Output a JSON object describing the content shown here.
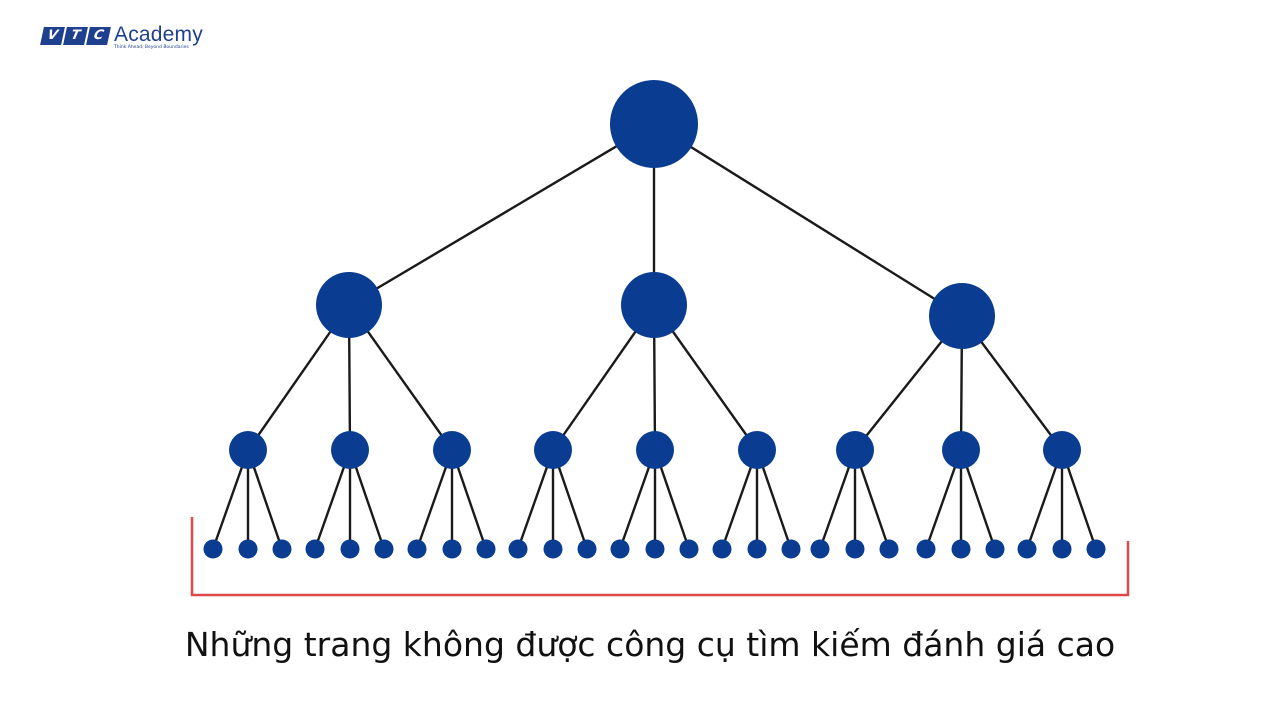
{
  "logo": {
    "letters": [
      "V",
      "T",
      "C"
    ],
    "brand": "Academy",
    "tagline": "Think Ahead, Beyond Boundaries"
  },
  "colors": {
    "node": "#0a3d91",
    "edge": "#1a1a1a",
    "bracket": "#e04848",
    "caption": "#111111"
  },
  "diagram": {
    "levels": 4,
    "children_per_node": 3,
    "caption": "Những trang không được công cụ tìm kiếm đánh giá cao"
  }
}
